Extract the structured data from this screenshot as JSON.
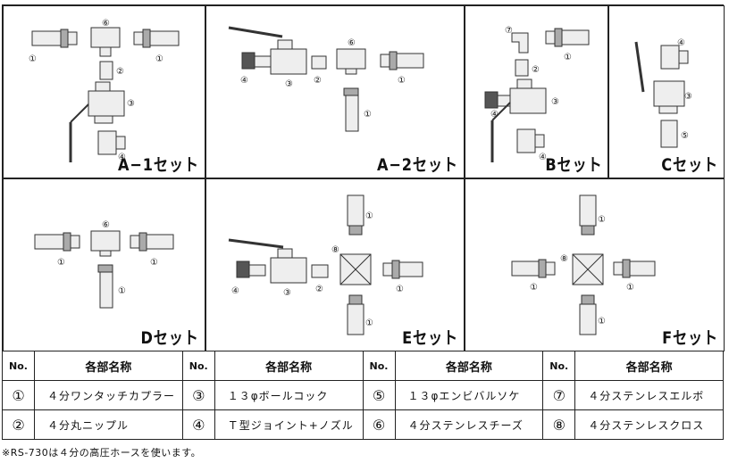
{
  "sets": {
    "a1": "A−1セット",
    "a2": "A−2セット",
    "b": "Bセット",
    "c": "Cセット",
    "d": "Dセット",
    "e": "Eセット",
    "f": "Fセット"
  },
  "nums": {
    "n1": "①",
    "n2": "②",
    "n3": "③",
    "n4": "④",
    "n5": "⑤",
    "n6": "⑥",
    "n7": "⑦",
    "n8": "⑧"
  },
  "table": {
    "header_no": "No.",
    "header_name": "各部名称",
    "rows": [
      [
        {
          "no": "①",
          "name": "４分ワンタッチカプラー"
        },
        {
          "no": "③",
          "name": "１３φボールコック"
        },
        {
          "no": "⑤",
          "name": "１３φエンビバルソケ"
        },
        {
          "no": "⑦",
          "name": "４分ステンレスエルボ"
        }
      ],
      [
        {
          "no": "②",
          "name": "４分丸ニップル"
        },
        {
          "no": "④",
          "name": "Ｔ型ジョイント+ノズル"
        },
        {
          "no": "⑥",
          "name": "４分ステンレスチーズ"
        },
        {
          "no": "⑧",
          "name": "４分ステンレスクロス"
        }
      ]
    ]
  },
  "note": "※RS-730は４分の高圧ホースを使います。"
}
